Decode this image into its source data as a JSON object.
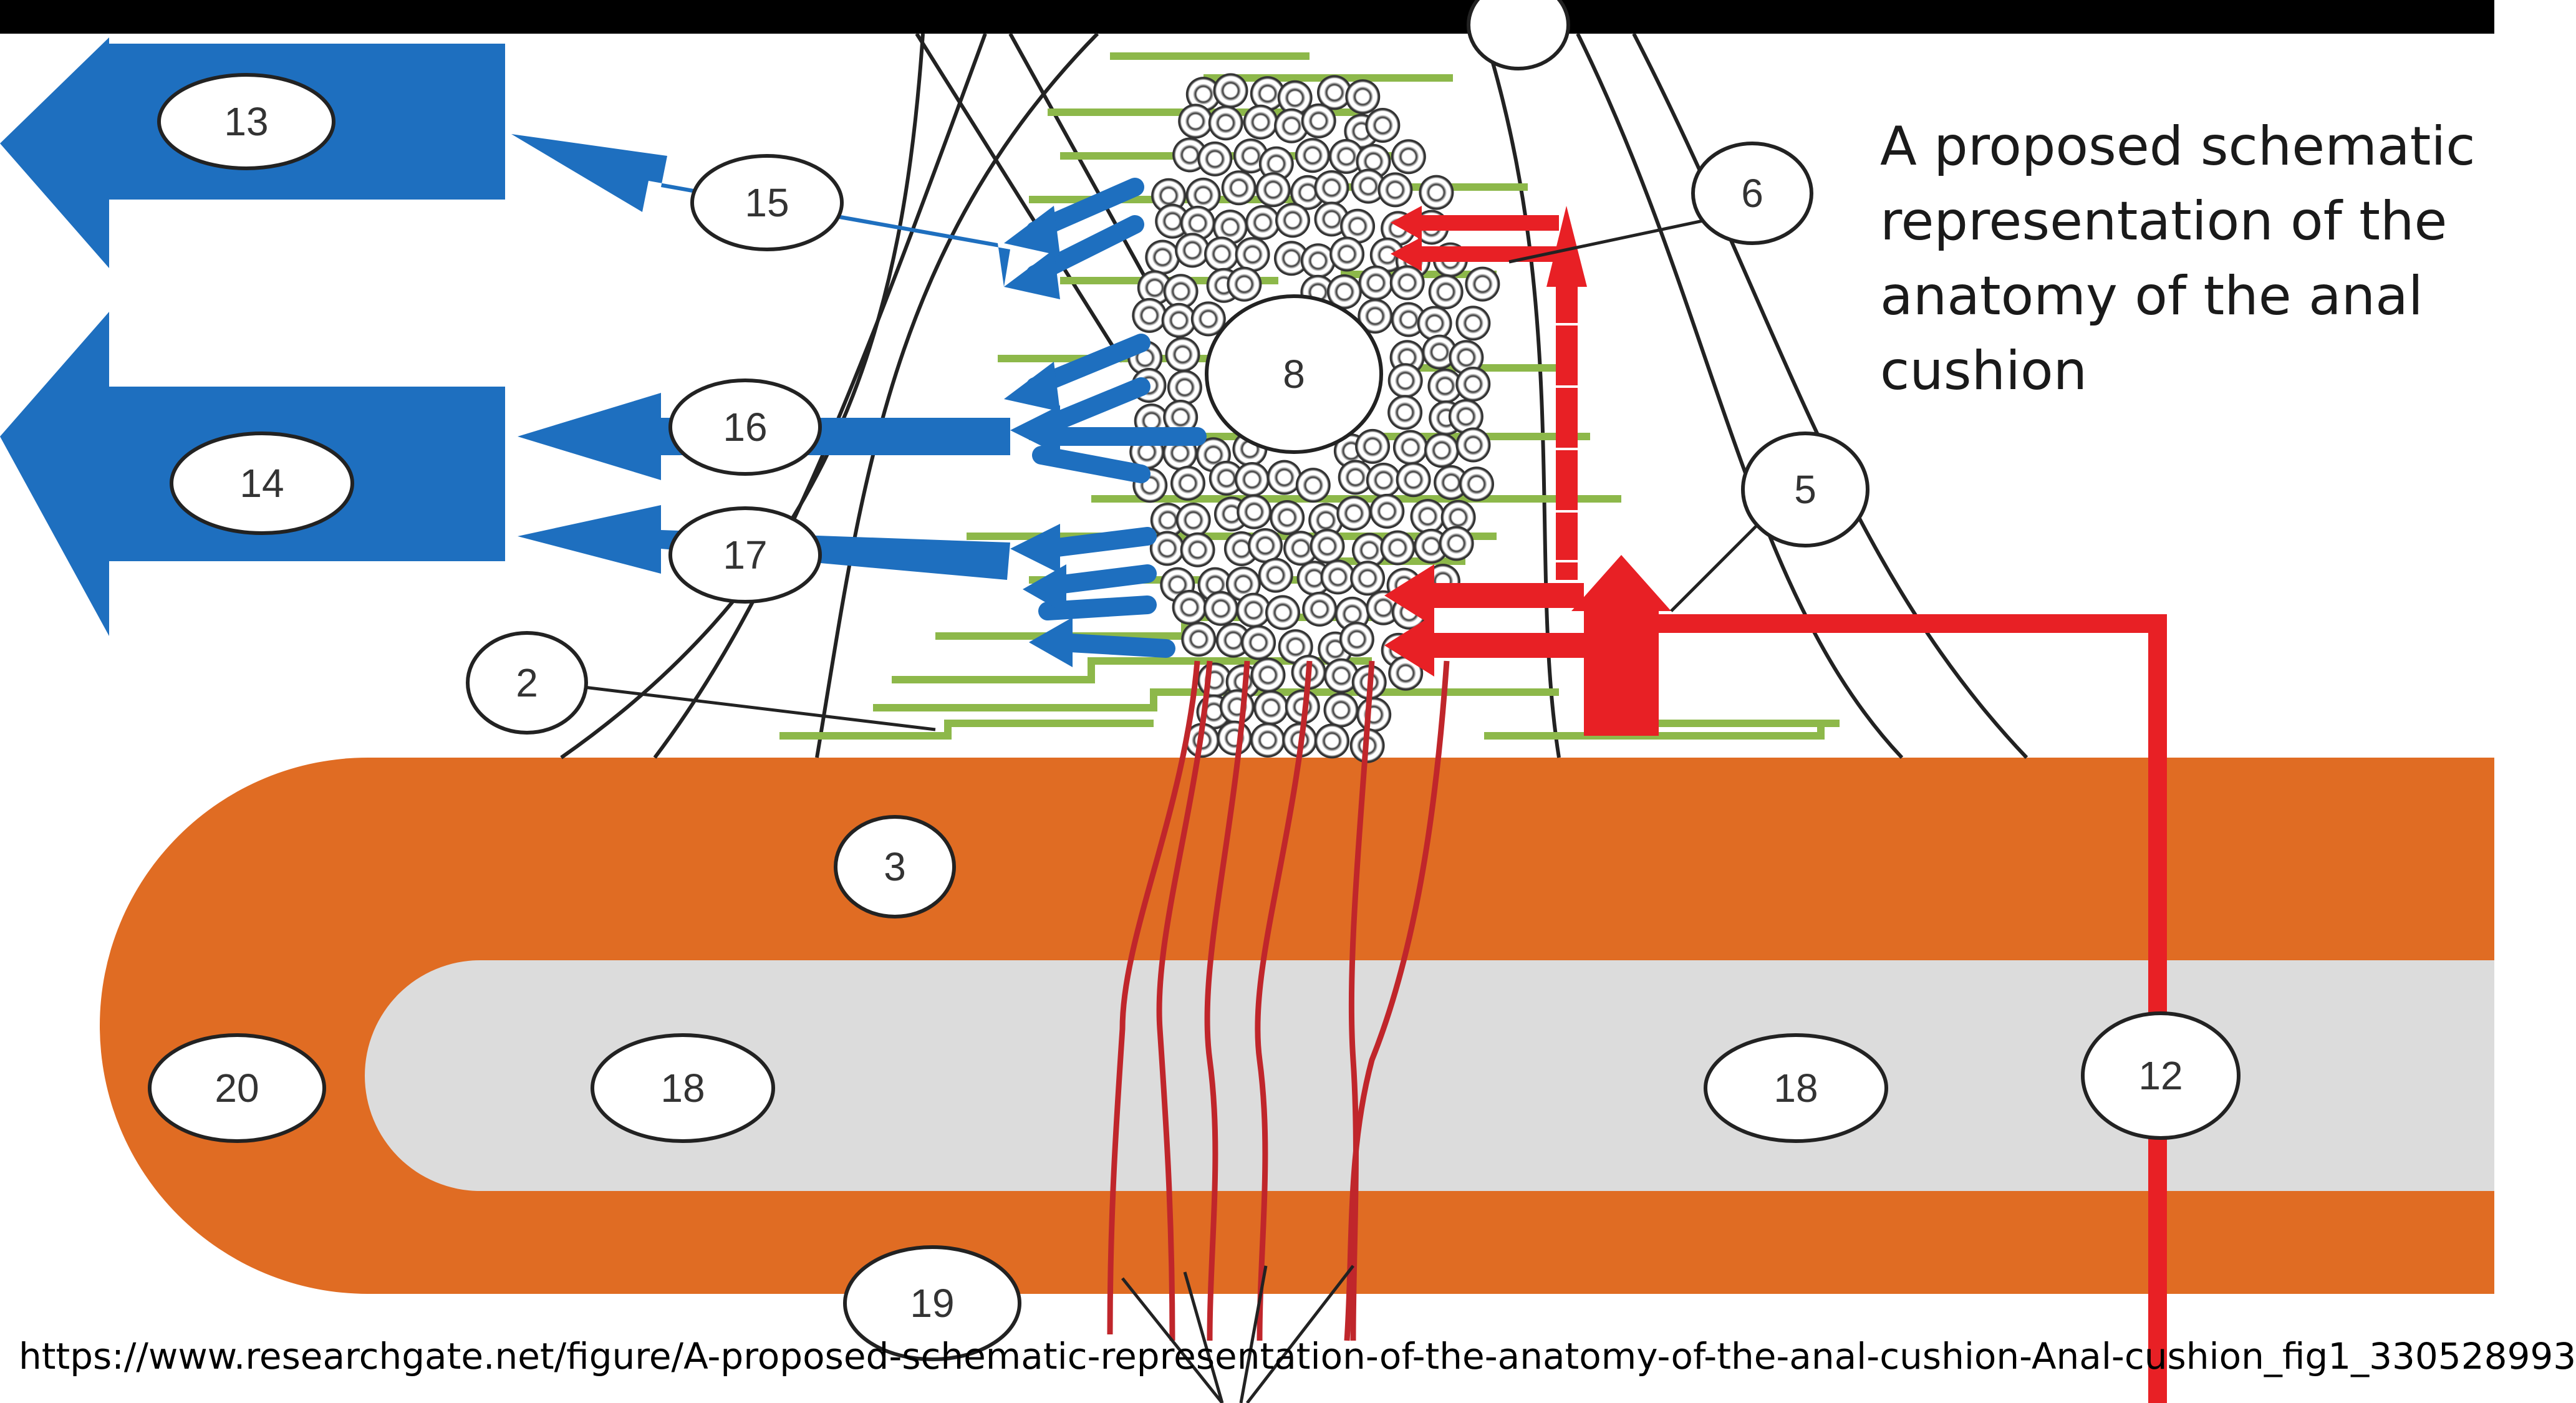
{
  "title": "A proposed schematic representation of the anatomy of the anal cushion",
  "source_url": "https://www.researchgate.net/figure/A-proposed-schematic-representation-of-the-anatomy-of-the-anal-cushion-Anal-cushion_fig1_330528993",
  "labels": {
    "l2": "2",
    "l3": "3",
    "l5": "5",
    "l6": "6",
    "l8": "8",
    "l12": "12",
    "l13": "13",
    "l14": "14",
    "l15": "15",
    "l16": "16",
    "l17": "17",
    "l18a": "18",
    "l18b": "18",
    "l19": "19",
    "l20": "20"
  },
  "colors": {
    "muscle_orange": "#e06c23",
    "lumen_gray": "#dcdcdc",
    "venous_blue": "#1e6fbf",
    "arterial_red": "#e82025",
    "artery_thin_red": "#c0262b",
    "fiber_green": "#8db84a",
    "outline": "#222222"
  }
}
